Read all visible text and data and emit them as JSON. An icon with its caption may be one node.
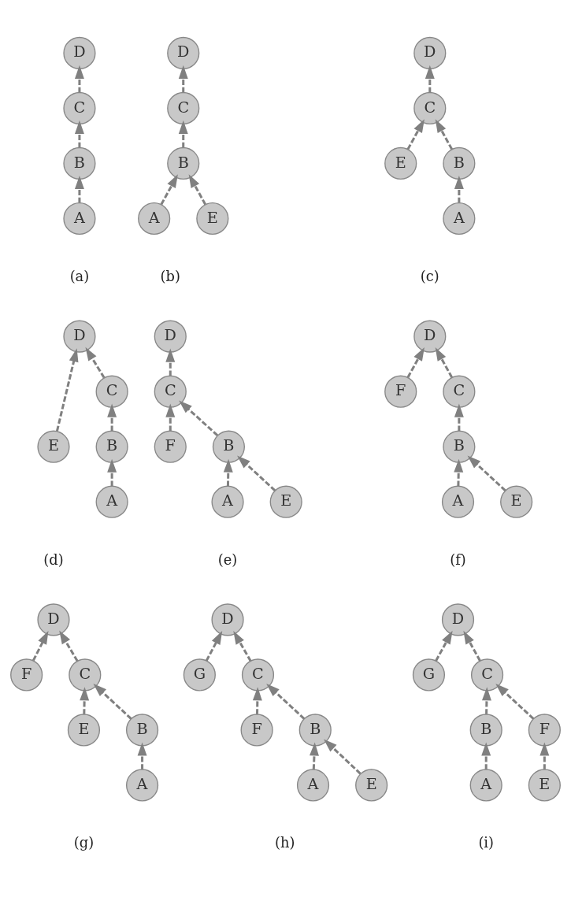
{
  "diagram": {
    "nodes": [
      {
        "text": [
          "D"
        ]
      },
      {
        "text": [
          "C"
        ]
      },
      {
        "text": [
          "B"
        ]
      },
      {
        "text": [
          "A"
        ]
      },
      {
        "text": [
          "D"
        ]
      },
      {
        "text": [
          "C"
        ]
      },
      {
        "text": [
          "B"
        ]
      },
      {
        "text": [
          "A"
        ]
      },
      {
        "text": [
          "E"
        ]
      },
      {
        "text": [
          "D"
        ]
      },
      {
        "text": [
          "C"
        ]
      },
      {
        "text": [
          "B"
        ]
      },
      {
        "text": [
          "E"
        ]
      },
      {
        "text": [
          "A"
        ]
      },
      {
        "text": [
          "D"
        ]
      },
      {
        "text": [
          "C"
        ]
      },
      {
        "text": [
          "E"
        ]
      },
      {
        "text": [
          "B"
        ]
      },
      {
        "text": [
          "A"
        ]
      },
      {
        "text": [
          "D"
        ]
      },
      {
        "text": [
          "C"
        ]
      },
      {
        "text": [
          "B"
        ]
      },
      {
        "text": [
          "F"
        ]
      },
      {
        "text": [
          "A"
        ]
      },
      {
        "text": [
          "E"
        ]
      },
      {
        "text": [
          "D"
        ]
      },
      {
        "text": [
          "C"
        ]
      },
      {
        "text": [
          "F"
        ]
      },
      {
        "text": [
          "B"
        ]
      },
      {
        "text": [
          "A"
        ]
      },
      {
        "text": [
          "E"
        ]
      },
      {
        "text": [
          "D"
        ]
      },
      {
        "text": [
          "C"
        ]
      },
      {
        "text": [
          "F"
        ]
      },
      {
        "text": [
          "B"
        ]
      },
      {
        "text": [
          "E"
        ]
      },
      {
        "text": [
          "A"
        ]
      },
      {
        "text": [
          "D"
        ]
      },
      {
        "text": [
          "C"
        ]
      },
      {
        "text": [
          "G"
        ]
      },
      {
        "text": [
          "B"
        ]
      },
      {
        "text": [
          "F"
        ]
      },
      {
        "text": [
          "A"
        ]
      },
      {
        "text": [
          "E"
        ]
      },
      {
        "text": [
          "D"
        ]
      },
      {
        "text": [
          "C"
        ]
      },
      {
        "text": [
          "G"
        ]
      },
      {
        "text": [
          "B"
        ]
      },
      {
        "text": [
          "F"
        ]
      },
      {
        "text": [
          "A"
        ]
      },
      {
        "text": [
          "E"
        ]
      }
    ],
    "edges": [
      {
        "from": 3,
        "to": 2,
        "arrow": "to",
        "style": "dashed"
      },
      {
        "from": 2,
        "to": 1,
        "arrow": "to",
        "style": "dashed"
      },
      {
        "from": 1,
        "to": 0,
        "arrow": "to",
        "style": "dashed"
      },
      {
        "from": 7,
        "to": 6,
        "arrow": "to",
        "style": "dashed"
      },
      {
        "from": 8,
        "to": 6,
        "arrow": "to",
        "style": "dashed"
      },
      {
        "from": 6,
        "to": 5,
        "arrow": "to",
        "style": "dashed"
      },
      {
        "from": 5,
        "to": 4,
        "arrow": "to",
        "style": "dashed"
      },
      {
        "from": 13,
        "to": 11,
        "arrow": "to",
        "style": "dashed"
      },
      {
        "from": 11,
        "to": 10,
        "arrow": "to",
        "style": "dashed"
      },
      {
        "from": 12,
        "to": 10,
        "arrow": "to",
        "style": "dashed"
      },
      {
        "from": 10,
        "to": 9,
        "arrow": "to",
        "style": "dashed"
      },
      {
        "from": 18,
        "to": 17,
        "arrow": "to",
        "style": "dashed"
      },
      {
        "from": 17,
        "to": 15,
        "arrow": "to",
        "style": "dashed"
      },
      {
        "from": 15,
        "to": 14,
        "arrow": "to",
        "style": "dashed"
      },
      {
        "from": 16,
        "to": 14,
        "arrow": "to",
        "style": "dashed"
      },
      {
        "from": 23,
        "to": 21,
        "arrow": "to",
        "style": "dashed"
      },
      {
        "from": 24,
        "to": 21,
        "arrow": "to",
        "style": "dashed"
      },
      {
        "from": 21,
        "to": 20,
        "arrow": "to",
        "style": "dashed"
      },
      {
        "from": 22,
        "to": 20,
        "arrow": "to",
        "style": "dashed"
      },
      {
        "from": 20,
        "to": 19,
        "arrow": "to",
        "style": "dashed"
      },
      {
        "from": 29,
        "to": 28,
        "arrow": "to",
        "style": "dashed"
      },
      {
        "from": 30,
        "to": 28,
        "arrow": "to",
        "style": "dashed"
      },
      {
        "from": 28,
        "to": 26,
        "arrow": "to",
        "style": "dashed"
      },
      {
        "from": 26,
        "to": 25,
        "arrow": "to",
        "style": "dashed"
      },
      {
        "from": 27,
        "to": 25,
        "arrow": "to",
        "style": "dashed"
      },
      {
        "from": 36,
        "to": 34,
        "arrow": "to",
        "style": "dashed"
      },
      {
        "from": 34,
        "to": 32,
        "arrow": "to",
        "style": "dashed"
      },
      {
        "from": 35,
        "to": 32,
        "arrow": "to",
        "style": "dashed"
      },
      {
        "from": 32,
        "to": 31,
        "arrow": "to",
        "style": "dashed"
      },
      {
        "from": 33,
        "to": 31,
        "arrow": "to",
        "style": "dashed"
      },
      {
        "from": 42,
        "to": 40,
        "arrow": "to",
        "style": "dashed"
      },
      {
        "from": 43,
        "to": 40,
        "arrow": "to",
        "style": "dashed"
      },
      {
        "from": 40,
        "to": 38,
        "arrow": "to",
        "style": "dashed"
      },
      {
        "from": 41,
        "to": 38,
        "arrow": "to",
        "style": "dashed"
      },
      {
        "from": 38,
        "to": 37,
        "arrow": "to",
        "style": "dashed"
      },
      {
        "from": 39,
        "to": 37,
        "arrow": "to",
        "style": "dashed"
      },
      {
        "from": 49,
        "to": 47,
        "arrow": "to",
        "style": "dashed"
      },
      {
        "from": 47,
        "to": 45,
        "arrow": "to",
        "style": "dashed"
      },
      {
        "from": 50,
        "to": 48,
        "arrow": "to",
        "style": "dashed"
      },
      {
        "from": 48,
        "to": 45,
        "arrow": "to",
        "style": "dashed"
      },
      {
        "from": 45,
        "to": 44,
        "arrow": "to",
        "style": "dashed"
      },
      {
        "from": 46,
        "to": 44,
        "arrow": "to",
        "style": "dashed"
      }
    ],
    "labels": [
      "(a)",
      "(b)",
      "(c)",
      "(d)",
      "(e)",
      "(f)",
      "(g)",
      "(h)",
      "(i)"
    ]
  }
}
